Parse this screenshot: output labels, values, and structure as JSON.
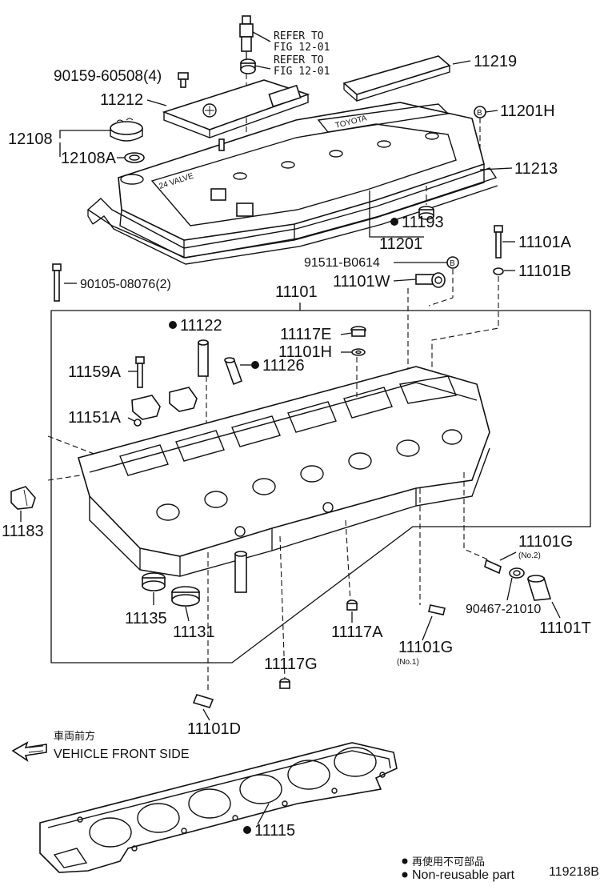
{
  "refs": {
    "refer_1": "REFER TO",
    "fig_1": "FIG 12-01",
    "refer_2": "REFER TO",
    "fig_2": "FIG 12-01"
  },
  "parts": {
    "p90159": "90159-60508(4)",
    "p11219": "11219",
    "p11212": "11212",
    "p11201H": "11201H",
    "p12108": "12108",
    "p12108A": "12108A",
    "p11213": "11213",
    "p11193": "11193",
    "p11201": "11201",
    "p11101A": "11101A",
    "p91511": "91511-B0614",
    "p11101B": "11101B",
    "p90105": "90105-08076(2)",
    "p11101W": "11101W",
    "p11101": "11101",
    "p11122": "11122",
    "p11117E": "11117E",
    "p11101H": "11101H",
    "p11159A": "11159A",
    "p11126": "11126",
    "p11151A": "11151A",
    "p11183": "11183",
    "p11101G_2": "11101G",
    "no2": "(No.2)",
    "p90467": "90467-21010",
    "p11135": "11135",
    "p11131": "11131",
    "p11117A": "11117A",
    "p11101G_1": "11101G",
    "no1": "(No.1)",
    "p11101T": "11101T",
    "p11117G": "11117G",
    "p11101D": "11101D",
    "p11115": "11115",
    "marker_b1": "B",
    "marker_b2": "B"
  },
  "text": {
    "front_jp": "車両前方",
    "front_en": "VEHICLE FRONT SIDE",
    "legend_jp": "再使用不可部品",
    "legend_en": "Non-reusable part",
    "figure_no": "119218B",
    "cover_text1": "TOYOTA",
    "cover_text2": "24 VALVE"
  },
  "colors": {
    "ink": "#111111",
    "paper": "#ffffff"
  }
}
